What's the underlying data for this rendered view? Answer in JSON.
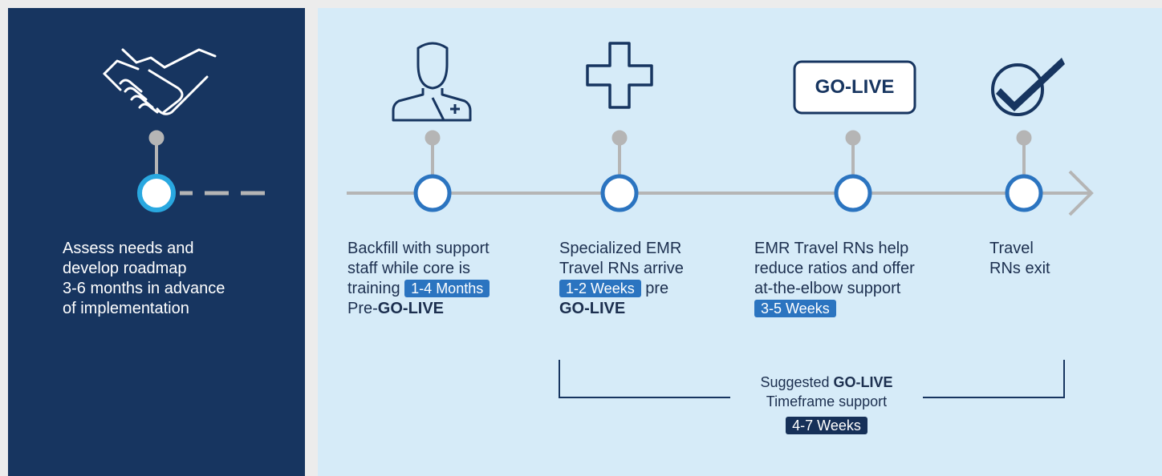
{
  "phases": [
    {
      "icon": "handshake-icon",
      "text": "Assess needs and develop roadmap 3-6 months in advance of implementation",
      "line1": "Assess needs and",
      "line2": "develop roadmap",
      "line3": "3-6 months in advance",
      "line4": "of implementation"
    },
    {
      "icon": "nurse-icon",
      "line1": "Backfill with support",
      "line2": "staff while core is",
      "pre": "training",
      "badge": "1-4 Months",
      "post_pre": "Pre-",
      "post_bold": "GO-LIVE"
    },
    {
      "icon": "medical-cross-icon",
      "line1": "Specialized EMR",
      "line2": "Travel RNs arrive",
      "badge": "1-2 Weeks",
      "post": "pre",
      "post_bold": "GO-LIVE"
    },
    {
      "icon": "go-live-sign-icon",
      "sign_text": "GO-LIVE",
      "line1": "EMR Travel RNs help",
      "line2": "reduce ratios and offer",
      "line3": "at-the-elbow support",
      "badge": "3-5 Weeks"
    },
    {
      "icon": "checkmark-icon",
      "line1": "Travel",
      "line2": "RNs exit"
    }
  ],
  "bracket": {
    "pre": "Suggested ",
    "bold": "GO-LIVE",
    "line2": "Timeframe support",
    "badge": "4-7 Weeks"
  },
  "colors": {
    "navy": "#173560",
    "light_blue": "#d6ebf8",
    "accent": "#2b74c0",
    "grey": "#b5b5b5"
  }
}
